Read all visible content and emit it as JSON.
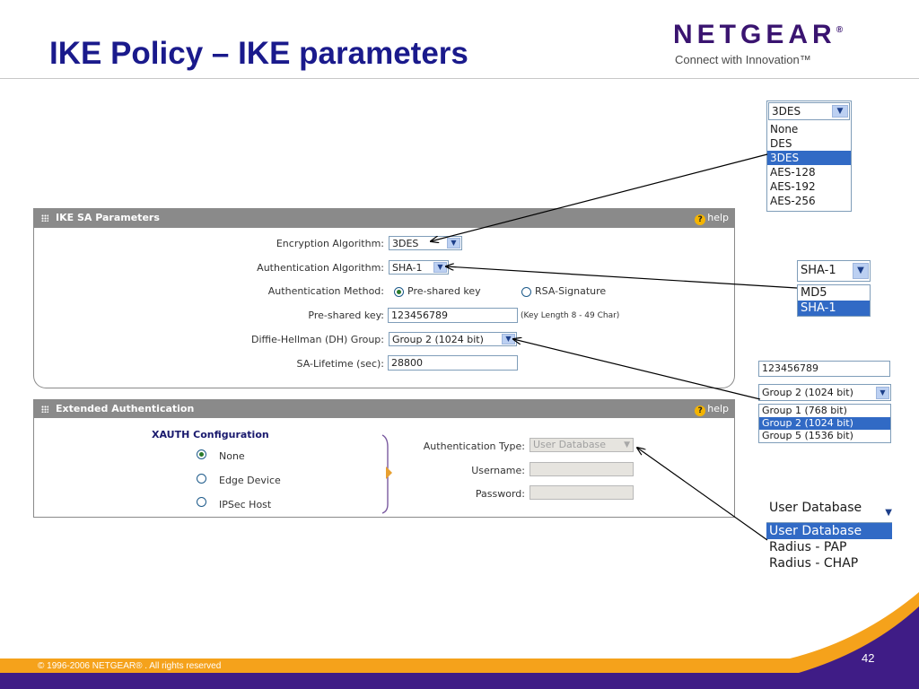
{
  "slide": {
    "title": "IKE Policy – IKE parameters",
    "brand": "NETGEAR",
    "brand_mark": "®",
    "tagline": "Connect with Innovation™",
    "copyright": "© 1996-2006 NETGEAR® . All rights reserved",
    "page_number": "42"
  },
  "ike_sa_panel": {
    "title": "IKE SA Parameters",
    "help": "help",
    "encryption_label": "Encryption Algorithm:",
    "encryption_value": "3DES",
    "authentication_label": "Authentication Algorithm:",
    "authentication_value": "SHA-1",
    "auth_method_label": "Authentication Method:",
    "auth_method_options": [
      "Pre-shared key",
      "RSA-Signature"
    ],
    "auth_method_selected": "Pre-shared key",
    "preshared_label": "Pre-shared key:",
    "preshared_value": "123456789",
    "preshared_hint": "(Key Length 8 - 49 Char)",
    "dh_label": "Diffie-Hellman (DH) Group:",
    "dh_value": "Group 2 (1024 bit)",
    "lifetime_label": "SA-Lifetime (sec):",
    "lifetime_value": "28800"
  },
  "ext_auth_panel": {
    "title": "Extended Authentication",
    "help": "help",
    "xauth_title": "XAUTH Configuration",
    "xauth_options": [
      "None",
      "Edge Device",
      "IPSec Host"
    ],
    "xauth_selected": "None",
    "auth_type_label": "Authentication Type:",
    "auth_type_value": "User Database",
    "username_label": "Username:",
    "password_label": "Password:"
  },
  "callouts": {
    "encryption": {
      "selected": "3DES",
      "options": [
        "None",
        "DES",
        "3DES",
        "AES-128",
        "AES-192",
        "AES-256"
      ]
    },
    "authentication": {
      "selected": "SHA-1",
      "options": [
        "MD5",
        "SHA-1"
      ]
    },
    "key_and_dh": {
      "key_value": "123456789",
      "selected": "Group 2 (1024 bit)",
      "options": [
        "Group 1 (768 bit)",
        "Group 2 (1024 bit)",
        "Group 5 (1536 bit)"
      ]
    },
    "auth_type": {
      "selected": "User Database",
      "options": [
        "User Database",
        "Radius - PAP",
        "Radius - CHAP"
      ]
    }
  },
  "colors": {
    "title": "#1a1a8c",
    "brand": "#3a1470",
    "panel_bar": "#8a8a8a",
    "selection": "#316ac5",
    "footer_orange": "#f5a21b",
    "footer_purple": "#3f1c86"
  }
}
